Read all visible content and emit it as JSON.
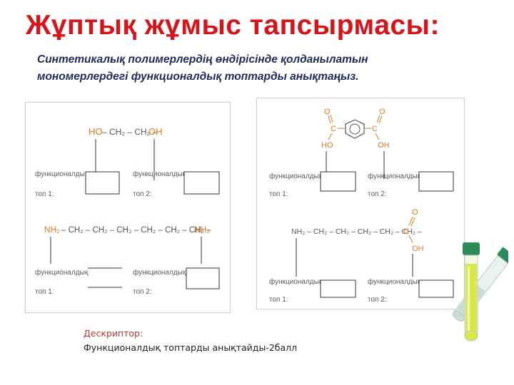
{
  "slide": {
    "title": "Жұптық жұмыс тапсырмасы:",
    "subtitle_line1": "Синтетикалық полимерлердің өндірісінде қолданылатын",
    "subtitle_line2": "мономерлердегі функционалдық топтарды анықтаңыз."
  },
  "left_panel": {
    "ethylene_glycol": {
      "left_group": "HO",
      "middle": "– CH₂ – CH₂ –",
      "right_group": "OH"
    },
    "diamine": {
      "left_group": "NH₂",
      "chain": "– CH₂ – CH₂ – CH₂ – CH₂ – CH₂ – CH₂ –",
      "right_group": "NH₂"
    },
    "labels": {
      "group1_line1": "функционалдық",
      "group1_line2": "топ 1:",
      "group2_line1": "функционалдық",
      "group2_line2": "топ 2:"
    }
  },
  "right_panel": {
    "terephthalic": {
      "o_left": "O",
      "c_left": "C",
      "ho": "HO",
      "o_right": "O",
      "c_right": "C",
      "oh": "OH"
    },
    "aminoacid": {
      "chain": "NH₂ – CH₂ – CH₂ – CH₂ – CH₂ – CH₂ –",
      "c": "C",
      "o": "O",
      "oh": "OH"
    },
    "labels": {
      "group1_line1": "функционалдық",
      "group1_line2": "топ 1:",
      "group2_line1": "функционалдық",
      "group2_line2": "топ 2:"
    }
  },
  "descriptor": {
    "title": "Дескриптор:",
    "text": "Функционалдық топтарды анықтайды-2балл"
  },
  "colors": {
    "title": "#d8141b",
    "subtitle": "#1d2a5b",
    "formula": "#e87722",
    "tube_liquid": "#d8e84a",
    "tube_cap": "#2f8a5a"
  },
  "icons": {
    "decoration": "test-tubes-icon"
  }
}
